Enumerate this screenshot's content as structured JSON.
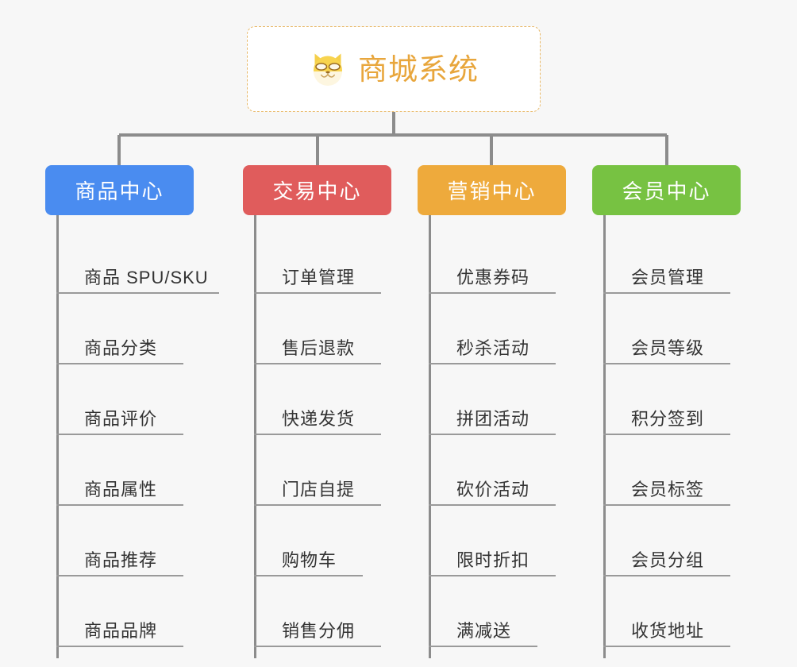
{
  "diagram": {
    "background_color": "#f7f7f7",
    "connector_color": "#8c8c8c",
    "rule_color": "#9a9a9a",
    "root": {
      "title": "商城系统",
      "icon": "shiba-dog-face-icon",
      "title_color": "#e8a63c",
      "border_color": "#e8b96a",
      "card_background": "#ffffff"
    },
    "columns": [
      {
        "name": "product-center",
        "label": "商品中心",
        "color": "#4a8cf0",
        "items": [
          {
            "label": "商品 SPU/SKU",
            "rule_width": 205
          },
          {
            "label": "商品分类",
            "rule_width": 160
          },
          {
            "label": "商品评价",
            "rule_width": 160
          },
          {
            "label": "商品属性",
            "rule_width": 160
          },
          {
            "label": "商品推荐",
            "rule_width": 160
          },
          {
            "label": "商品品牌",
            "rule_width": 160
          }
        ]
      },
      {
        "name": "trade-center",
        "label": "交易中心",
        "color": "#e05c5c",
        "items": [
          {
            "label": "订单管理",
            "rule_width": 160
          },
          {
            "label": "售后退款",
            "rule_width": 160
          },
          {
            "label": "快递发货",
            "rule_width": 160
          },
          {
            "label": "门店自提",
            "rule_width": 160
          },
          {
            "label": "购物车",
            "rule_width": 137
          },
          {
            "label": "销售分佣",
            "rule_width": 160
          }
        ]
      },
      {
        "name": "marketing-center",
        "label": "营销中心",
        "color": "#eeaa3c",
        "items": [
          {
            "label": "优惠券码",
            "rule_width": 160
          },
          {
            "label": "秒杀活动",
            "rule_width": 160
          },
          {
            "label": "拼团活动",
            "rule_width": 160
          },
          {
            "label": "砍价活动",
            "rule_width": 160
          },
          {
            "label": "限时折扣",
            "rule_width": 160
          },
          {
            "label": "满减送",
            "rule_width": 137
          }
        ]
      },
      {
        "name": "member-center",
        "label": "会员中心",
        "color": "#77c242",
        "items": [
          {
            "label": "会员管理",
            "rule_width": 160
          },
          {
            "label": "会员等级",
            "rule_width": 160
          },
          {
            "label": "积分签到",
            "rule_width": 160
          },
          {
            "label": "会员标签",
            "rule_width": 160
          },
          {
            "label": "会员分组",
            "rule_width": 160
          },
          {
            "label": "收货地址",
            "rule_width": 160
          }
        ]
      }
    ]
  }
}
